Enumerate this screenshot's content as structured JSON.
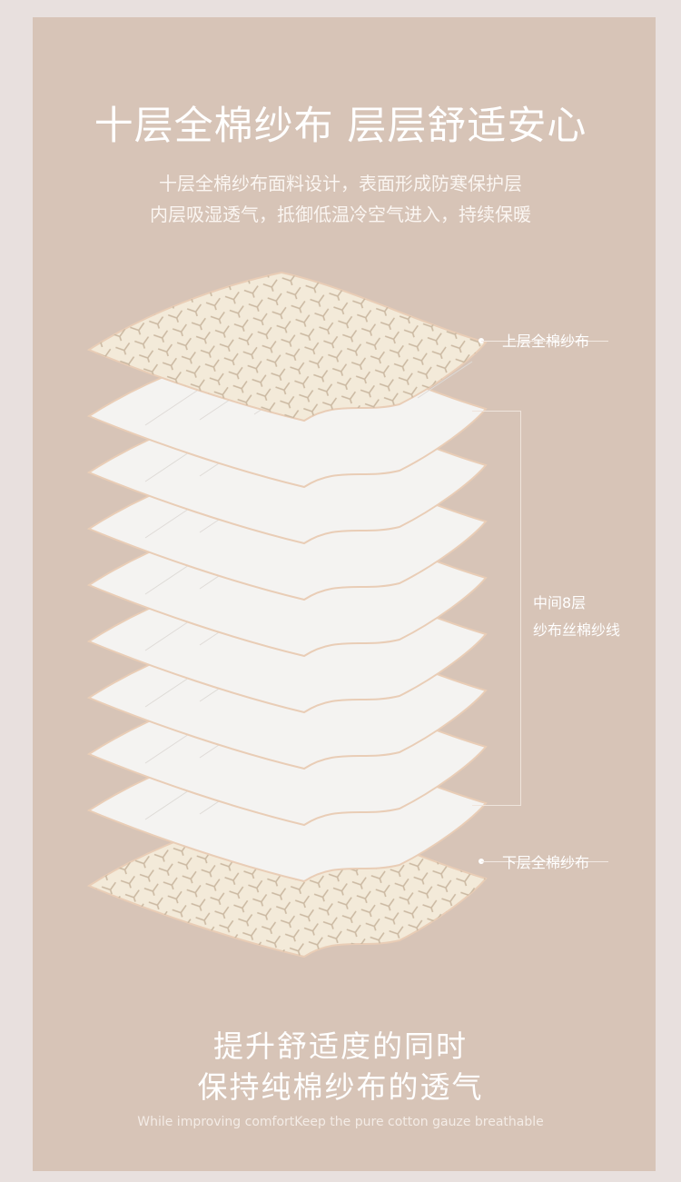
{
  "header": {
    "title": "十层全棉纱布 层层舒适安心",
    "desc_line1": "十层全棉纱布面料设计，表面形成防寒保护层",
    "desc_line2": "内层吸湿透气，抵御低温冷空气进入，持续保暖"
  },
  "labels": {
    "top_layer": "上层全棉纱布",
    "middle_line1": "中间8层",
    "middle_line2": "纱布丝棉纱线",
    "bottom_layer": "下层全棉纱布"
  },
  "footer": {
    "line1": "提升舒适度的同时",
    "line2": "保持纯棉纱布的透气",
    "english": "While improving comfortKeep the pure cotton gauze breathable"
  },
  "colors": {
    "background": "#e8e0de",
    "panel": "#d7c4b7",
    "layer_white": "#f4f3f1",
    "layer_pattern": "#f3ead9",
    "pattern_mark": "#cbb9a2",
    "edge": "#e9cdb6"
  }
}
